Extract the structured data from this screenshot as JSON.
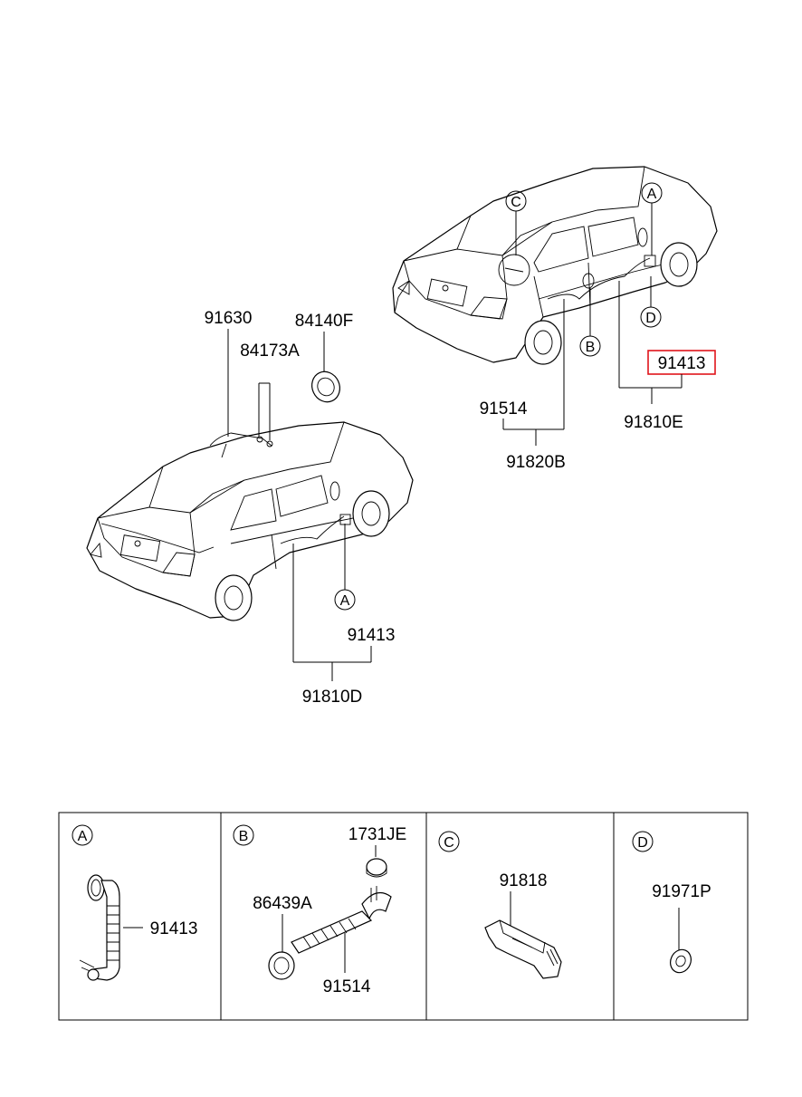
{
  "upper_view": {
    "labels": {
      "c_marker": "C",
      "a_marker": "A",
      "d_marker": "D",
      "b_marker": "B",
      "p91413": "91413",
      "p91514": "91514",
      "p91810E": "91810E",
      "p91820B": "91820B"
    },
    "highlighted_part": "91413",
    "highlight_color": "#e0141b"
  },
  "lower_view": {
    "labels": {
      "p91630": "91630",
      "p84140F": "84140F",
      "p84173A": "84173A",
      "a_marker": "A",
      "p91413": "91413",
      "p91810D": "91810D"
    }
  },
  "detail_table": {
    "cells": [
      {
        "id": "A",
        "parts": [
          "91413"
        ]
      },
      {
        "id": "B",
        "parts": [
          "1731JE",
          "86439A",
          "91514"
        ]
      },
      {
        "id": "C",
        "parts": [
          "91818"
        ]
      },
      {
        "id": "D",
        "parts": [
          "91971P"
        ]
      }
    ]
  }
}
